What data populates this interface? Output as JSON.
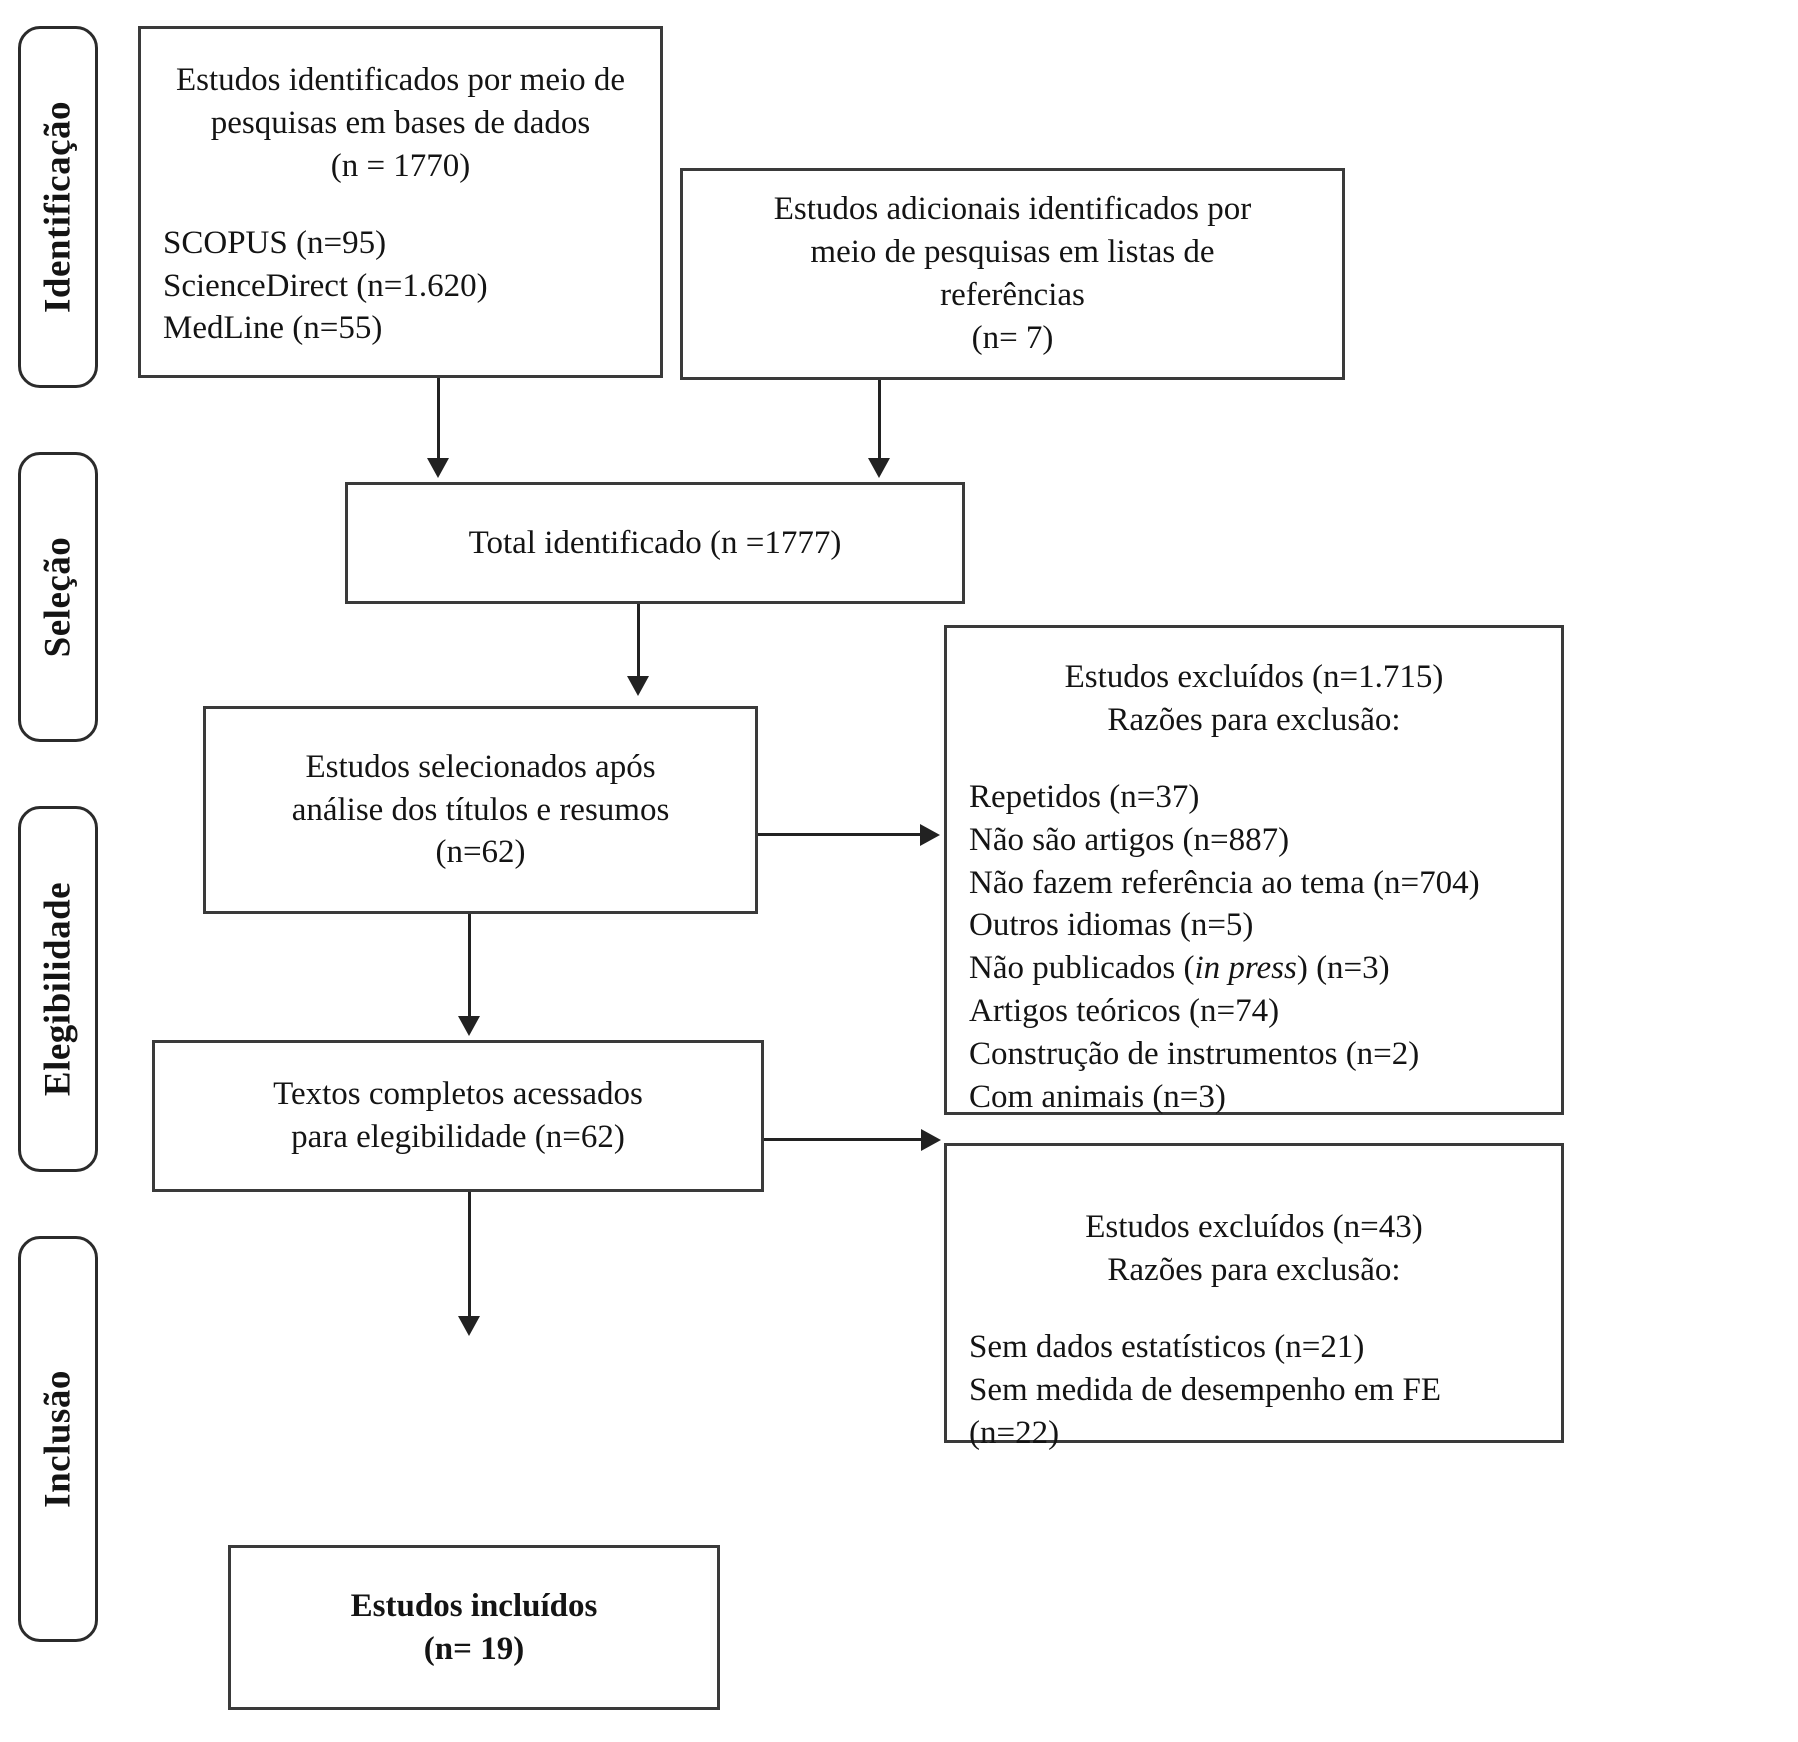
{
  "diagram": {
    "title": "PRISMA flow diagram",
    "language": "pt-BR",
    "line_color": "#222222",
    "box_border_color": "#3a3a3a",
    "background": "#ffffff"
  },
  "stages": [
    {
      "id": "identificacao",
      "label": "Identificação"
    },
    {
      "id": "selecao",
      "label": "Seleção"
    },
    {
      "id": "elegibilidade",
      "label": "Elegibilidade"
    },
    {
      "id": "inclusao",
      "label": "Inclusão"
    }
  ],
  "boxes": {
    "databases": {
      "heading_line1": "Estudos identificados por meio de",
      "heading_line2": "pesquisas em bases de dados",
      "heading_line3": "(n = 1770)",
      "sources": [
        "SCOPUS (n=95)",
        "ScienceDirect (n=1.620)",
        "MedLine (n=55)"
      ]
    },
    "additional": {
      "line1": "Estudos adicionais identificados por",
      "line2": "meio de pesquisas em listas de",
      "line3": "referências",
      "line4": "(n= 7)"
    },
    "total": {
      "line1": "Total identificado (n =1777)"
    },
    "screened": {
      "line1": "Estudos selecionados após",
      "line2": "análise dos títulos e resumos",
      "line3": "(n=62)"
    },
    "fulltext": {
      "line1": "Textos completos acessados",
      "line2": "para elegibilidade (n=62)"
    },
    "included": {
      "line1": "Estudos incluídos",
      "line2": "(n= 19)"
    },
    "excluded_screening": {
      "heading_line1": "Estudos excluídos (n=1.715)",
      "heading_line2": "Razões para exclusão:",
      "reasons": [
        {
          "pre": "Repetidos (n=37)",
          "italic": "",
          "post": ""
        },
        {
          "pre": "Não são artigos (n=887)",
          "italic": "",
          "post": ""
        },
        {
          "pre": "Não fazem referência ao tema (n=704)",
          "italic": "",
          "post": ""
        },
        {
          "pre": "Outros idiomas (n=5)",
          "italic": "",
          "post": ""
        },
        {
          "pre": "Não publicados (",
          "italic": "in press",
          "post": ") (n=3)"
        },
        {
          "pre": "Artigos teóricos (n=74)",
          "italic": "",
          "post": ""
        },
        {
          "pre": "Construção de instrumentos (n=2)",
          "italic": "",
          "post": ""
        },
        {
          "pre": "Com animais (n=3)",
          "italic": "",
          "post": ""
        }
      ]
    },
    "excluded_eligibility": {
      "heading_line1": "Estudos excluídos (n=43)",
      "heading_line2": "Razões para exclusão:",
      "reasons": [
        {
          "pre": "Sem dados estatísticos (n=21)",
          "italic": "",
          "post": ""
        },
        {
          "pre": "Sem medida de desempenho em FE (n=22)",
          "italic": "",
          "post": ""
        }
      ]
    }
  }
}
